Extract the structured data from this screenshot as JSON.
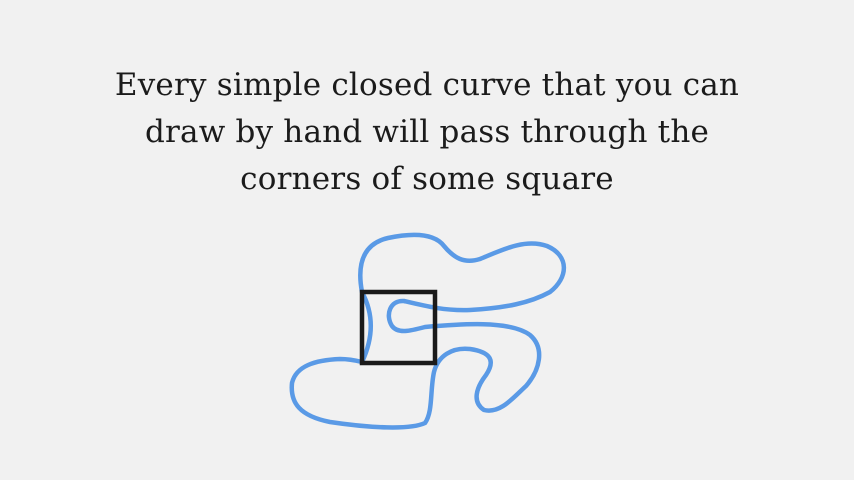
{
  "statement": {
    "lines": [
      "Every simple closed curve that you can",
      "draw by hand will pass through the",
      "corners of some square"
    ]
  },
  "figure": {
    "curve_color": "#5a9ae6",
    "square_color": "#1a1a1a"
  }
}
